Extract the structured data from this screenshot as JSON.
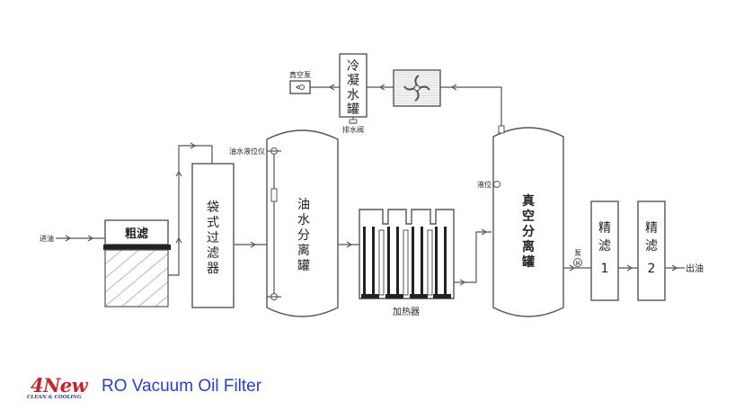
{
  "diagram": {
    "nodes": {
      "inlet": {
        "label": "进油"
      },
      "coarse_filter": {
        "label": "粗滤"
      },
      "bag_filter": {
        "label": [
          "袋",
          "式",
          "过",
          "滤",
          "器"
        ]
      },
      "level_gauge": {
        "label": "油水液位仪"
      },
      "oil_water_separator": {
        "label": [
          "油",
          "水",
          "分",
          "离",
          "罐"
        ]
      },
      "heater": {
        "label": "加热器"
      },
      "vacuum_separator": {
        "label": [
          "真",
          "空",
          "分",
          "离",
          "罐"
        ]
      },
      "level": {
        "label": "液位"
      },
      "pump": {
        "label": "泵",
        "symbol": "M"
      },
      "fine_filter_1": {
        "label": [
          "精",
          "滤",
          "1"
        ]
      },
      "fine_filter_2": {
        "label": [
          "精",
          "滤",
          "2"
        ]
      },
      "outlet": {
        "label": "出油"
      },
      "condenser_tank": {
        "label": [
          "冷",
          "凝",
          "水",
          "罐"
        ]
      },
      "drain_valve": {
        "label": "排水阀"
      },
      "vacuum_pump": {
        "label": "真空泵"
      },
      "cooler": {
        "label": "",
        "icon": "fan-icon"
      }
    },
    "flow": [
      "进油 → 粗滤 → 袋式过滤器 → 油水分离罐 → 加热器 → 真空分离罐 → 泵 → 精滤1 → 精滤2 → 出油",
      "真空分离罐 → 冷却器 → 冷凝水罐 → 真空泵"
    ]
  },
  "footer": {
    "logo": "4New",
    "logo_tagline": "CLEAN & COOLING",
    "title": "RO Vacuum Oil Filter",
    "colors": {
      "logo": "#c8222a",
      "title": "#2a3ec8"
    }
  }
}
